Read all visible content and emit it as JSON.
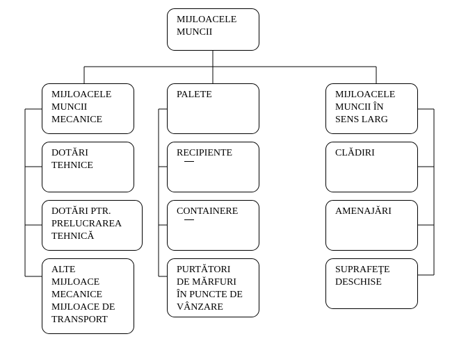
{
  "root": {
    "label": "MIJLOACELE\nMUNCII"
  },
  "columns": [
    {
      "items": [
        {
          "label": "MIJLOACELE\nMUNCII\nMECANICE"
        },
        {
          "label": "DOTĂRI\nTEHNICE"
        },
        {
          "label": "DOTĂRI PTR.\nPRELUCRAREA\nTEHNICĂ"
        },
        {
          "label": "ALTE\nMIJLOACE\nMECANICE\nMIJLOACE DE\nTRANSPORT"
        }
      ]
    },
    {
      "items": [
        {
          "label": "PALETE"
        },
        {
          "label": "RECIPIENTE",
          "dash": true
        },
        {
          "label": "CONTAINERE",
          "dash": true
        },
        {
          "label": "PURTĂTORI\nDE MĂRFURI\nÎN PUNCTE DE\nVÂNZARE"
        }
      ]
    },
    {
      "items": [
        {
          "label": "MIJLOACELE\nMUNCII ÎN\nSENS LARG"
        },
        {
          "label": "CLĂDIRI"
        },
        {
          "label": "AMENAJĂRI"
        },
        {
          "label": "SUPRAFEŢE\nDESCHISE"
        }
      ]
    }
  ]
}
